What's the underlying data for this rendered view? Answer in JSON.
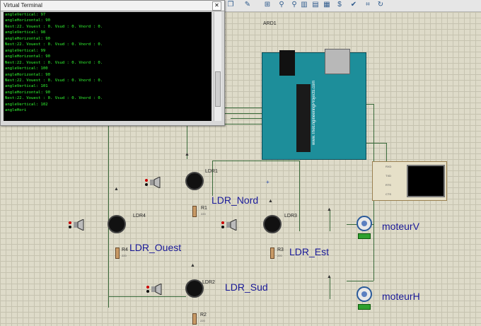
{
  "toolbar": {
    "buttons": [
      "toolbar-button-1",
      "toolbar-button-2",
      "toolbar-button-3",
      "toolbar-button-4",
      "toolbar-button-5",
      "toolbar-button-6",
      "toolbar-button-7",
      "toolbar-button-8",
      "toolbar-button-9",
      "toolbar-button-10"
    ]
  },
  "terminal": {
    "title": "Virtual Terminal",
    "lines": [
      "angleVertical: 97",
      "angleHorizontal: 90",
      "Nest:22. Vouest : 0. Vsud : 0. Vnord : 0.",
      "angleVertical: 98",
      "angleHorizontal: 90",
      "Nest:22. Vouest : 0. Vsud : 0. Vnord : 0.",
      "angleVertical: 99",
      "angleHorizontal: 90",
      "Nest:22. Vouest : 0. Vsud : 0. Vnord : 0.",
      "angleVertical: 100",
      "angleHorizontal: 90",
      "Nest:22. Vouest : 0. Vsud : 0. Vnord : 0.",
      "angleVertical: 101",
      "angleHorizontal: 90",
      "Nest:22. Vouest : 0. Vsud : 0. Vnord : 0.",
      "angleVertical: 102",
      "angleHori"
    ]
  },
  "schematic": {
    "arduino_ref": "ARD1",
    "arduino_text": "www.TheEngineeringProjects.com",
    "ldr1": {
      "ref": "LDR1",
      "label": "LDR_Nord",
      "res_ref": "R1",
      "res_value": "220"
    },
    "ldr2": {
      "ref": "LDR2",
      "label": "LDR_Sud",
      "res_ref": "R2",
      "res_value": "220"
    },
    "ldr3": {
      "ref": "LDR3",
      "label": "LDR_Est",
      "res_ref": "R3",
      "res_value": "220"
    },
    "ldr4": {
      "ref": "LDR4",
      "label": "LDR_Ouest",
      "res_ref": "R4",
      "res_value": "220"
    },
    "motor_v": {
      "label": "moteurV"
    },
    "motor_h": {
      "label": "moteurH"
    },
    "vterm_pins": [
      "RXD",
      "TXD",
      "RTS",
      "CTS"
    ]
  }
}
